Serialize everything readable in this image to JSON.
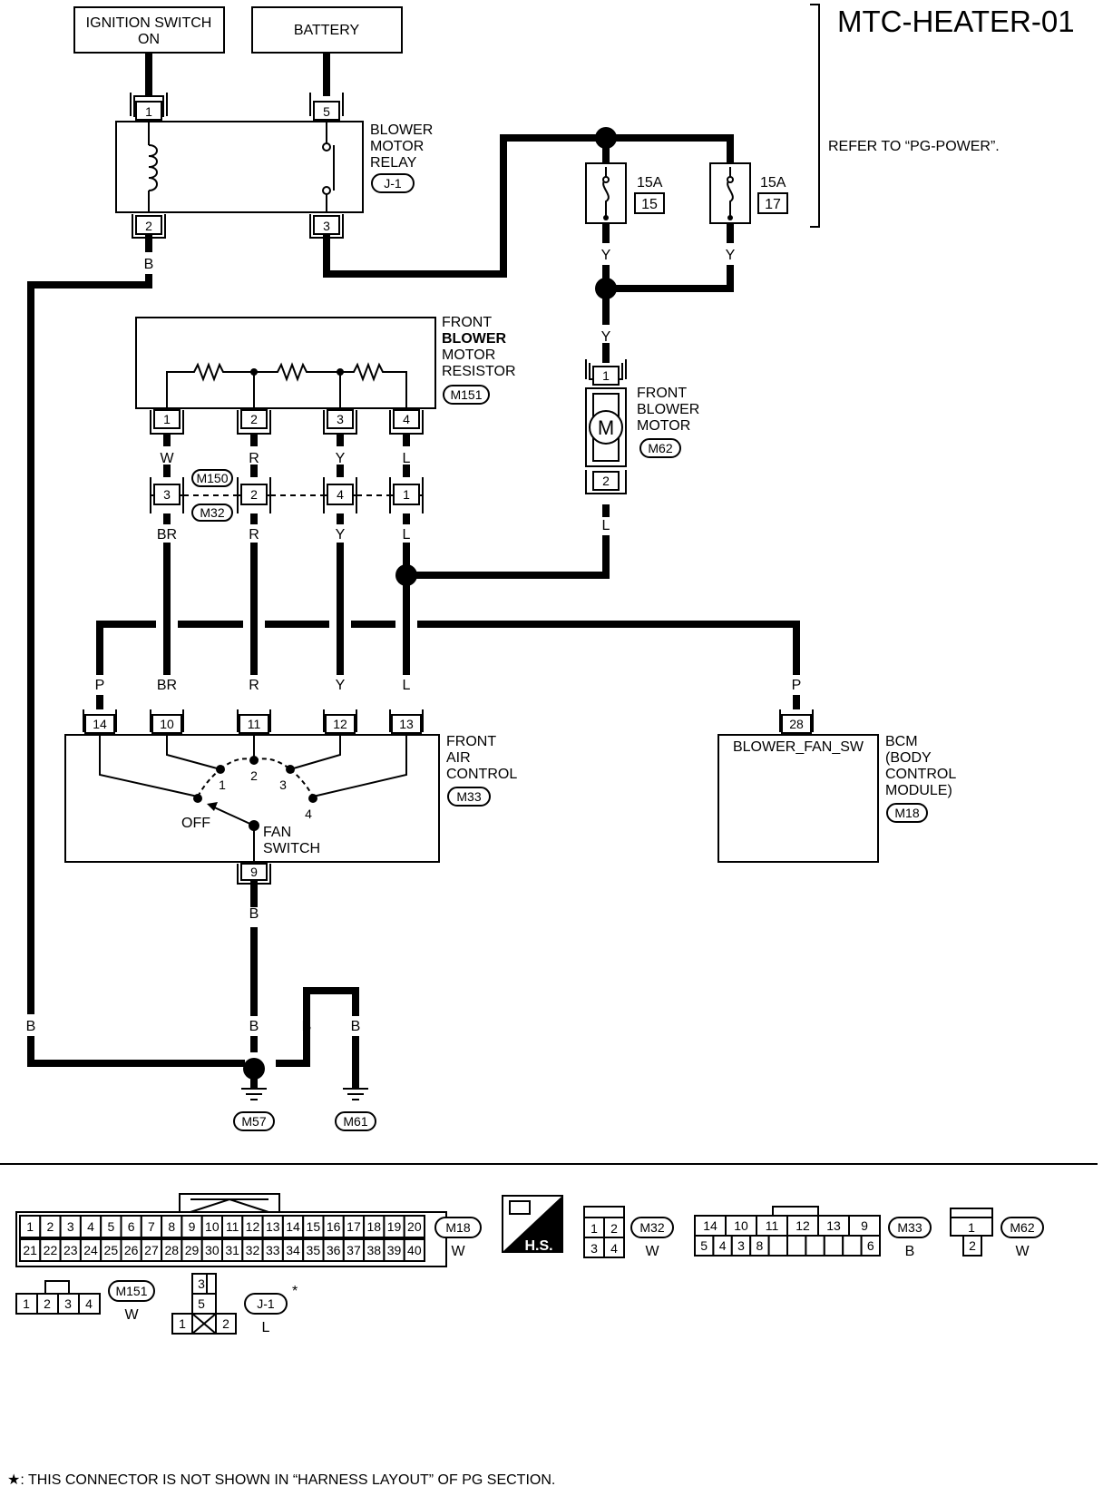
{
  "title": "MTC-HEATER-01",
  "refer_note": "REFER TO “PG-POWER”.",
  "ignition_switch": "IGNITION SWITCH",
  "ignition_on": "ON",
  "battery": "BATTERY",
  "relay": {
    "l1": "BLOWER",
    "l2": "MOTOR",
    "l3": "RELAY",
    "conn": "J-1",
    "pins": [
      "1",
      "5",
      "2",
      "3"
    ]
  },
  "fuse1": {
    "amp": "15A",
    "num": "15"
  },
  "fuse2": {
    "amp": "15A",
    "num": "17"
  },
  "resistor": {
    "l1": "FRONT",
    "l2": "BLOWER",
    "l3": "MOTOR",
    "l4": "RESISTOR",
    "conn": "M151",
    "pins": [
      "1",
      "2",
      "3",
      "4"
    ]
  },
  "motor": {
    "l1": "FRONT",
    "l2": "BLOWER",
    "l3": "MOTOR",
    "conn": "M62",
    "symbol": "M",
    "pins": [
      "1",
      "2"
    ]
  },
  "mid_conn": {
    "a": "M150",
    "b": "M32",
    "pins": [
      "3",
      "2",
      "4",
      "1"
    ]
  },
  "wire_colors": {
    "b": "B",
    "y": "Y",
    "w": "W",
    "r": "R",
    "l": "L",
    "br": "BR",
    "p": "P"
  },
  "air_control": {
    "l1": "FRONT",
    "l2": "AIR",
    "l3": "CONTROL",
    "conn": "M33",
    "pins": [
      "14",
      "10",
      "11",
      "12",
      "13",
      "9"
    ],
    "fan1": "FAN",
    "fan2": "SWITCH",
    "off": "OFF",
    "pos": [
      "1",
      "2",
      "3",
      "4"
    ]
  },
  "bcm": {
    "sig": "BLOWER_FAN_SW",
    "l1": "BCM",
    "l2": "(BODY",
    "l3": "CONTROL",
    "l4": "MODULE)",
    "conn": "M18",
    "pin": "28"
  },
  "grounds": [
    "M57",
    "M61"
  ],
  "faces": {
    "m18": {
      "conn": "M18",
      "color": "W",
      "row1": [
        "1",
        "2",
        "3",
        "4",
        "5",
        "6",
        "7",
        "8",
        "9",
        "10",
        "11",
        "12",
        "13",
        "14",
        "15",
        "16",
        "17",
        "18",
        "19",
        "20"
      ],
      "row2": [
        "21",
        "22",
        "23",
        "24",
        "25",
        "26",
        "27",
        "28",
        "29",
        "30",
        "31",
        "32",
        "33",
        "34",
        "35",
        "36",
        "37",
        "38",
        "39",
        "40"
      ]
    },
    "hs": "H.S.",
    "m32": {
      "conn": "M32",
      "color": "W",
      "pins": [
        "1",
        "2",
        "3",
        "4"
      ]
    },
    "m33": {
      "conn": "M33",
      "color": "B",
      "row1": [
        "14",
        "10",
        "11",
        "12",
        "13",
        "9"
      ],
      "row2": [
        "5",
        "4",
        "3",
        "8",
        "6"
      ]
    },
    "m62": {
      "conn": "M62",
      "color": "W",
      "pins": [
        "1",
        "2"
      ]
    },
    "m151": {
      "conn": "M151",
      "color": "W",
      "pins": [
        "1",
        "2",
        "3",
        "4"
      ]
    },
    "j1": {
      "conn": "J-1",
      "color": "L",
      "star": "*",
      "pins": [
        "3",
        "5",
        "1",
        "2"
      ]
    }
  },
  "footnote": "★: THIS CONNECTOR IS NOT SHOWN IN “HARNESS LAYOUT” OF PG SECTION."
}
